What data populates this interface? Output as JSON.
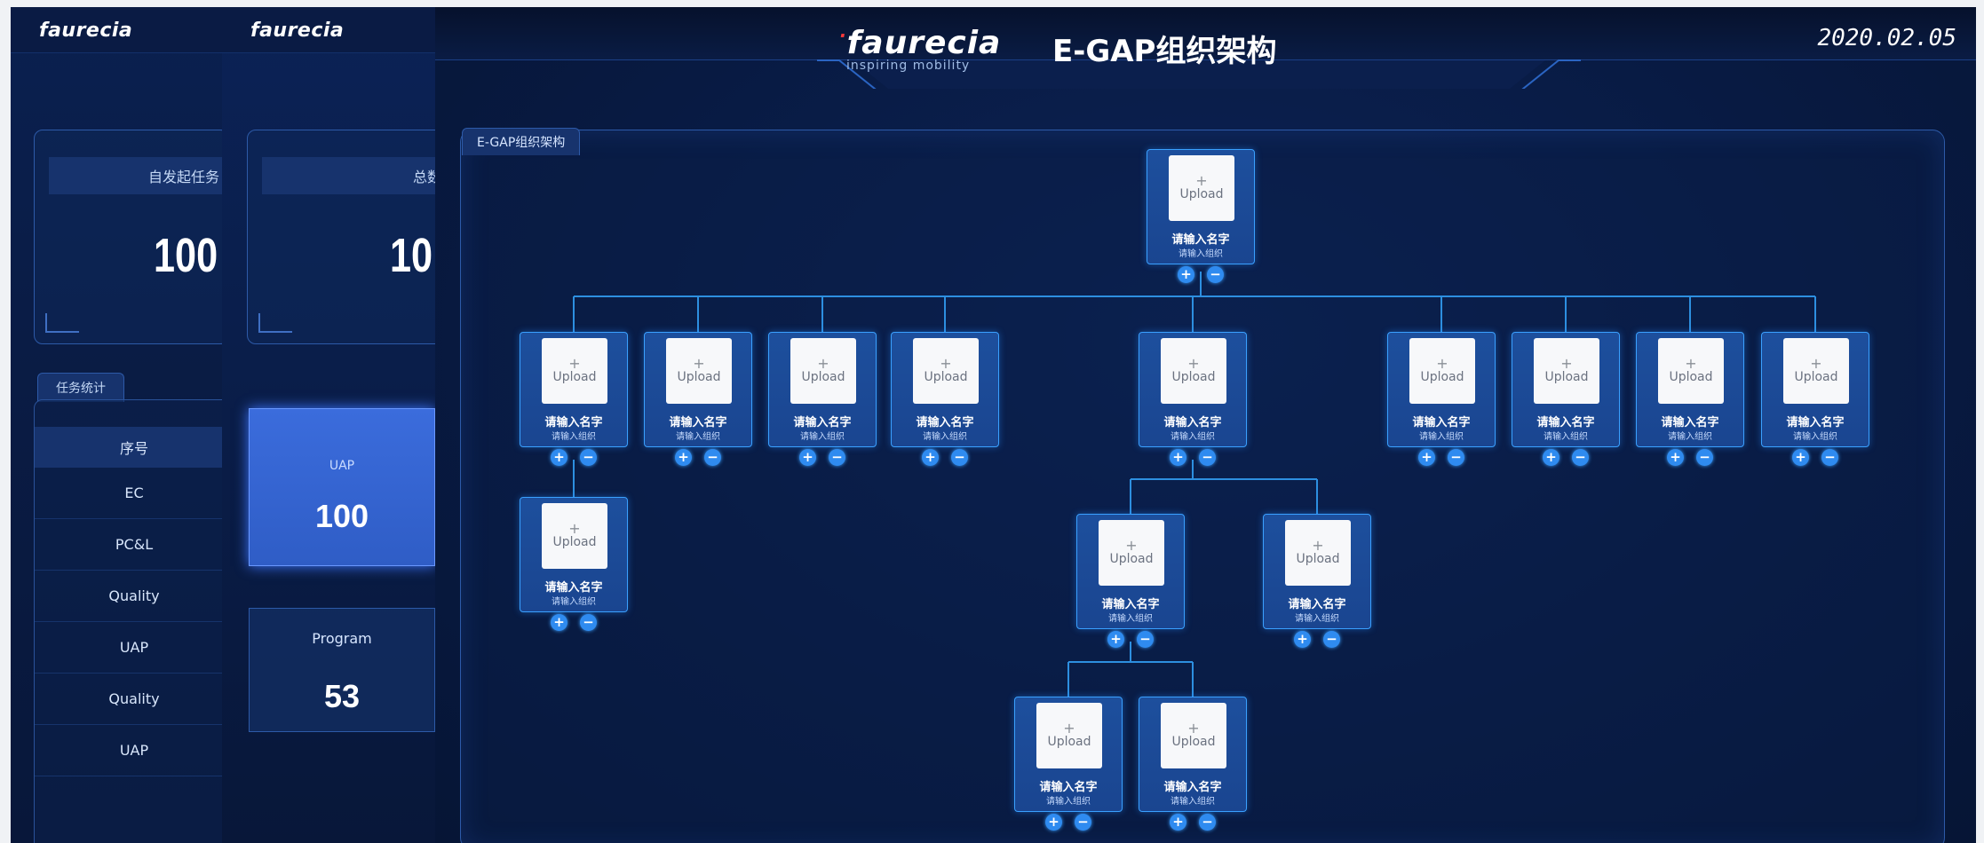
{
  "bg_windows": {
    "logo": "faurecia",
    "win1": {
      "stat_label": "自发起任务",
      "stat_value": "100",
      "tab": "任务统计",
      "table_header": "序号",
      "rows": [
        "EC",
        "PC&L",
        "Quality",
        "UAP",
        "Quality",
        "UAP"
      ]
    },
    "win2": {
      "stat_label": "总数",
      "stat_value": "10",
      "uap_label": "UAP",
      "uap_value": "100",
      "program_label": "Program",
      "program_value": "53"
    }
  },
  "header": {
    "brand": "faurecia",
    "tagline": "inspiring mobility",
    "title": "E-GAP组织架构",
    "date": "2020.02.05"
  },
  "panel": {
    "tab": "E-GAP组织架构"
  },
  "node_template": {
    "upload_plus": "+",
    "upload_label": "Upload",
    "name_placeholder": "请输入名字",
    "org_placeholder": "请输入组织",
    "add_symbol": "+",
    "remove_symbol": "−"
  },
  "colors": {
    "accent": "#2f8bf0",
    "node_border": "#3aa0ff",
    "panel_border": "#2d5aa8",
    "background": "#071431"
  }
}
